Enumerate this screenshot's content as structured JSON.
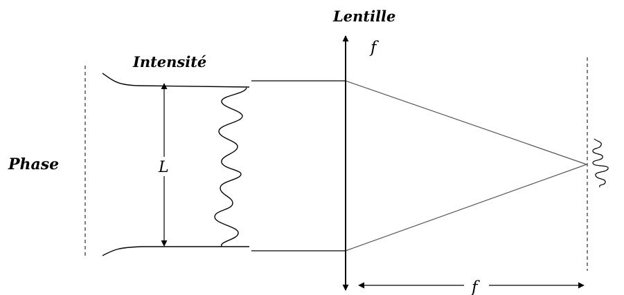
{
  "labels": {
    "phase": "Phase",
    "intensity": "Intensité",
    "lens": "Lentille",
    "lens_focal": "f",
    "width": "L",
    "focal_distance": "f"
  },
  "colors": {
    "stroke": "#000000",
    "ray": "#555555",
    "background": "#ffffff"
  }
}
